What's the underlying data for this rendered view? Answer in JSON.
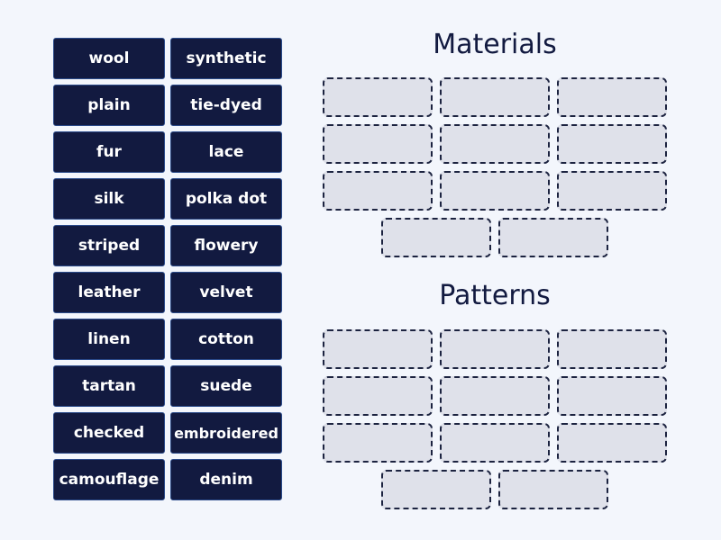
{
  "tiles": [
    "wool",
    "synthetic",
    "plain",
    "tie-dyed",
    "fur",
    "lace",
    "silk",
    "polka dot",
    "striped",
    "flowery",
    "leather",
    "velvet",
    "linen",
    "cotton",
    "tartan",
    "suede",
    "checked",
    "embroidered",
    "camouflage",
    "denim"
  ],
  "groups": [
    {
      "title": "Materials",
      "slots": 11
    },
    {
      "title": "Patterns",
      "slots": 11
    }
  ]
}
